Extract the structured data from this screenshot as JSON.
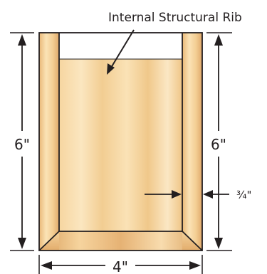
{
  "callout": {
    "text": "Internal Structural Rib"
  },
  "dimensions": {
    "left_height": "6\"",
    "right_height": "6\"",
    "width": "4\"",
    "rib_thickness": "¾\""
  },
  "colors": {
    "wood_light": "#fbe6be",
    "wood_mid": "#f2c98a",
    "wood_dark": "#dda464",
    "outline": "#231f20"
  }
}
